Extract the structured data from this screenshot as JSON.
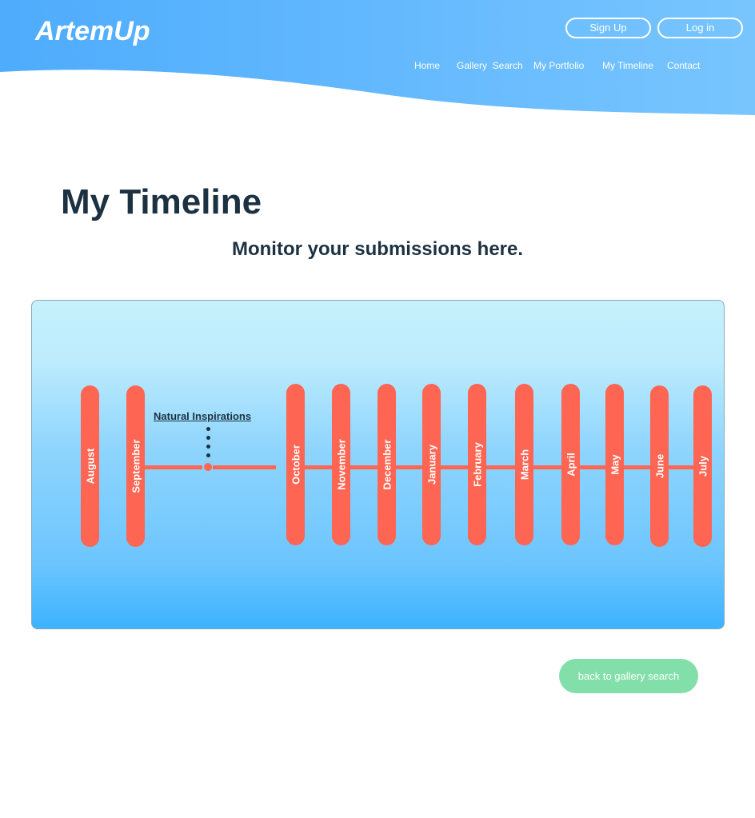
{
  "header": {
    "logo": "ArtemUp",
    "signup": "Sign Up",
    "login": "Log in",
    "nav": [
      "Home",
      "Gallery  Search",
      "My Portfolio",
      "My Timeline",
      "Contact"
    ]
  },
  "page": {
    "title": "My Timeline",
    "subtitle": "Monitor your submissions here."
  },
  "timeline": {
    "months": [
      "August",
      "September",
      "October",
      "November",
      "December",
      "January",
      "February",
      "March",
      "April",
      "May",
      "June",
      "July"
    ],
    "event": {
      "label": "Natural Inspirations",
      "month_after": "September"
    }
  },
  "back_button": "back to gallery search",
  "colors": {
    "header": "#56b1fd",
    "pill": "#fe6553",
    "button": "#82dfaa"
  }
}
